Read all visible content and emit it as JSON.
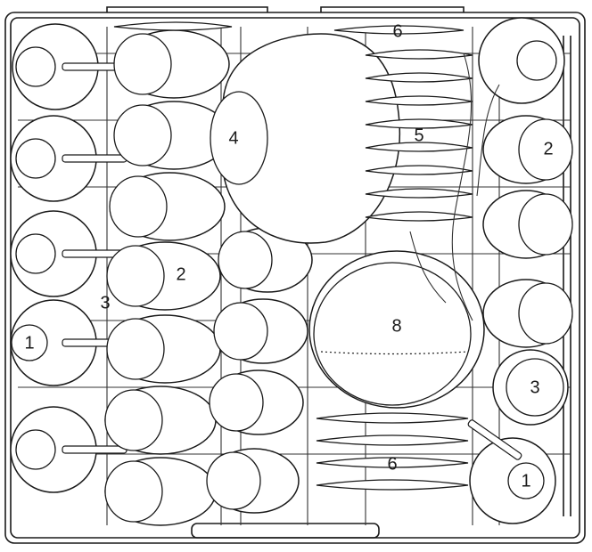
{
  "figure": {
    "labels": {
      "cup_left": "1",
      "cup_right": "1",
      "glass_left": "2",
      "glass_right": "2",
      "small_bowl_left": "3",
      "small_bowl_right": "3",
      "large_bowl": "4",
      "saucers": "5",
      "plate_top": "6",
      "plate_bottom": "6",
      "serving_bowl": "8"
    }
  }
}
